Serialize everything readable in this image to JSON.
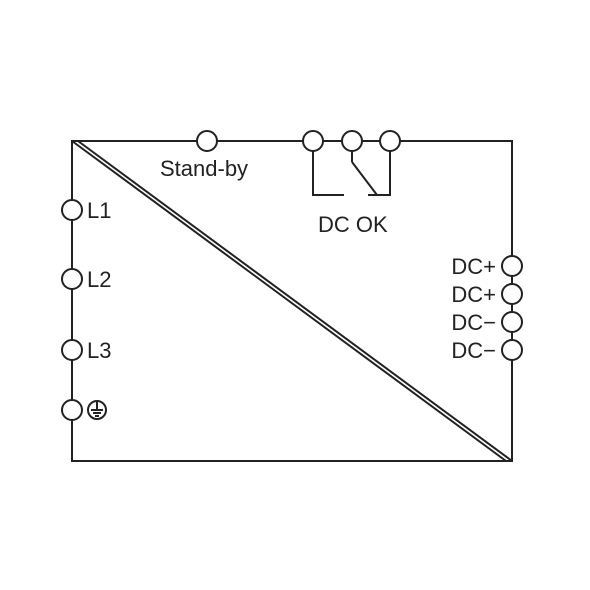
{
  "diagram": {
    "top_labels": {
      "standby": "Stand-by",
      "dc_ok": "DC OK"
    },
    "inputs": {
      "l1": "L1",
      "l2": "L2",
      "l3": "L3",
      "ground_icon": "protective-earth-icon"
    },
    "outputs": {
      "dc_plus_1": "DC+",
      "dc_plus_2": "DC+",
      "dc_minus_1": "DC−",
      "dc_minus_2": "DC−"
    },
    "colors": {
      "line": "#222222",
      "background": "#ffffff"
    }
  }
}
